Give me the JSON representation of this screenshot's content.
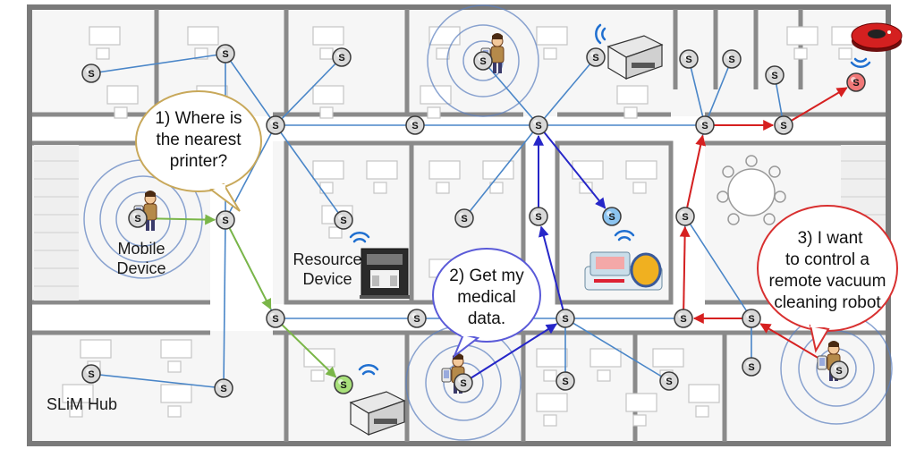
{
  "labels": {
    "mobile_device": [
      "Mobile",
      "Device"
    ],
    "resource_device": [
      "Resource",
      "Device"
    ],
    "slim_hub": "SLiM Hub"
  },
  "bubbles": {
    "q1": [
      "1) Where is",
      "the nearest",
      "printer?"
    ],
    "q2": [
      "2) Get my",
      "medical",
      "data."
    ],
    "q3": [
      "3) I want",
      "to control a",
      "remote vacuum",
      "cleaning robot"
    ]
  },
  "node_symbol": "S",
  "colors": {
    "wall": "#7a7a7a",
    "floor": "#ffffff",
    "link_blue": "#4a86c8",
    "path_green": "#7ab648",
    "path_navy": "#2626c8",
    "path_red": "#d62020",
    "node_fill": "#d9d9d9",
    "node_green": "#a8e07a",
    "node_blue": "#8cc4f0",
    "node_red": "#f07878",
    "ring": "#5b7fbf",
    "bubble_border_1": "#c8a85a",
    "bubble_border_2": "#5a5ad8",
    "bubble_border_3": "#d83030"
  },
  "icons": [
    "printer-icon",
    "vacuum-robot-icon",
    "coffee-machine-icon",
    "medical-device-icon",
    "person-icon",
    "wifi-icon"
  ]
}
